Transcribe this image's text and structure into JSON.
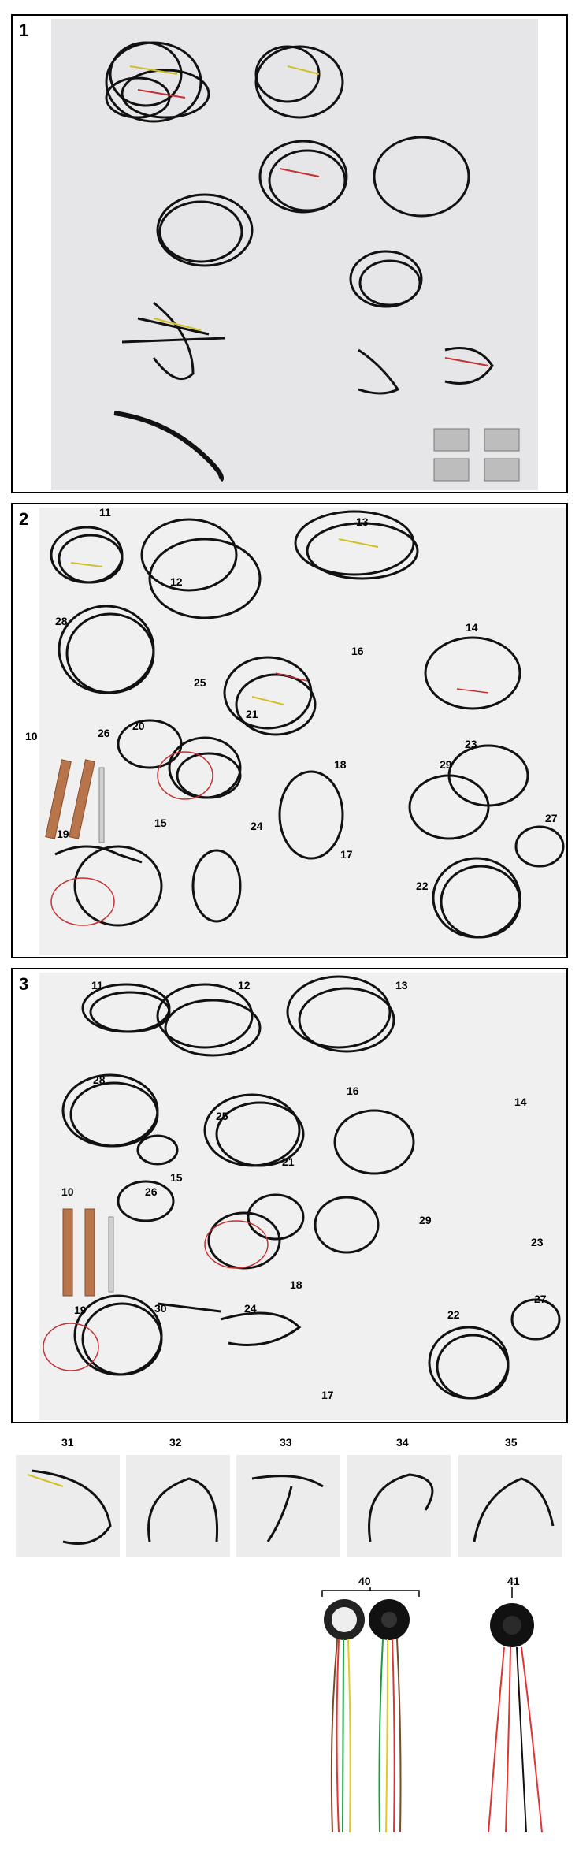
{
  "panels": [
    {
      "number": "1"
    },
    {
      "number": "2",
      "labels": [
        "11",
        "12",
        "13",
        "14",
        "16",
        "28",
        "25",
        "10",
        "26",
        "20",
        "21",
        "18",
        "23",
        "29",
        "27",
        "19",
        "15",
        "24",
        "17",
        "22"
      ]
    },
    {
      "number": "3",
      "labels": [
        "11",
        "12",
        "13",
        "28",
        "16",
        "25",
        "14",
        "10",
        "26",
        "15",
        "21",
        "29",
        "23",
        "19",
        "30",
        "24",
        "18",
        "27",
        "22",
        "17"
      ]
    }
  ],
  "thumbs": [
    "31",
    "32",
    "33",
    "34",
    "35"
  ],
  "connectors": [
    "40",
    "41"
  ]
}
